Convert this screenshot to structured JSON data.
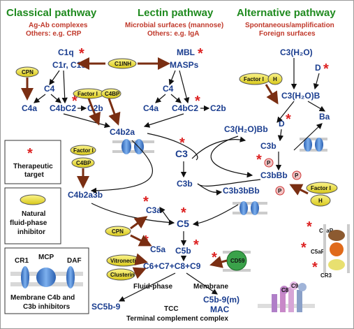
{
  "headers": [
    "Classical pathway",
    "Lectin pathway",
    "Alternative pathway"
  ],
  "triggers": {
    "classical_1": "Ag-Ab complexes",
    "classical_2": "Others: e.g. CRP",
    "lectin_1": "Microbial surfaces (mannose)",
    "lectin_2": "Others: e.g. IgA",
    "alternative_1": "Spontaneous/amplification",
    "alternative_2": "Foreign surfaces"
  },
  "legend": {
    "therapeutic_1": "Therapeutic",
    "therapeutic_2": "target",
    "inhibitor_1": "Natural",
    "inhibitor_2": "fluid-phase",
    "inhibitor_3": "inhibitor",
    "cr1": "CR1",
    "mcp": "MCP",
    "daf": "DAF",
    "membrane_1": "Membrane C4b and",
    "membrane_2": "C3b inhibitors"
  },
  "nodes": {
    "c1q": "C1q",
    "c1r_c1s": "C1r, C1s",
    "c4": "C4",
    "c4a": "C4a",
    "c4bc2": "C4bC2",
    "c2b": "C2b",
    "mbl": "MBL",
    "masps": "MASPs",
    "c4b2a": "C4b2a",
    "c3": "C3",
    "c3b": "C3b",
    "c4b2a3b": "C4b2a3b",
    "c3a": "C3a",
    "c5": "C5",
    "c5a": "C5a",
    "c5b": "C5b",
    "c6_c9": "C6+C7+C8+C9",
    "sc5b9": "SC5b-9",
    "c5b9m": "C5b-9(m)",
    "mac": "MAC",
    "c3h2o": "C3(H₂O)",
    "d": "D",
    "c3h2ob": "C3(H₂O)B",
    "c3h2obb": "C3(H₂O)Bb",
    "ba": "Ba",
    "c3bbb": "C3bBb",
    "c3b3bbb": "C3b3bBb"
  },
  "inhibitors": {
    "cpn": "CPN",
    "c1inh": "C1INH",
    "factor_i": "Factor I",
    "c4bp": "C4BP",
    "h": "H",
    "vitronectin": "Vitronectin",
    "clusterin": "Clusterin",
    "cd59": "CD59"
  },
  "labels": {
    "fluid_phase": "Fluid-phase",
    "membrane": "Membrane",
    "tcc": "TCC",
    "terminal_complex": "Terminal complement complex",
    "p": "P",
    "c3ar": "C3aR",
    "c5ar": "C5aR",
    "cr3": "CR3",
    "c8": "C8",
    "c9": "C9"
  },
  "colors": {
    "header_green": "#1f8a1f",
    "trigger_red": "#c0392b",
    "molecule_blue": "#1a3d8f",
    "star_red": "#dd2222",
    "inhibitor_yellow": "#e8dc3a",
    "inhibition_arrow": "#7a2e12"
  },
  "icons": [
    "star-icon",
    "membrane-protein-icon",
    "properdin-icon",
    "mac-pore-icon",
    "receptor-icon"
  ]
}
